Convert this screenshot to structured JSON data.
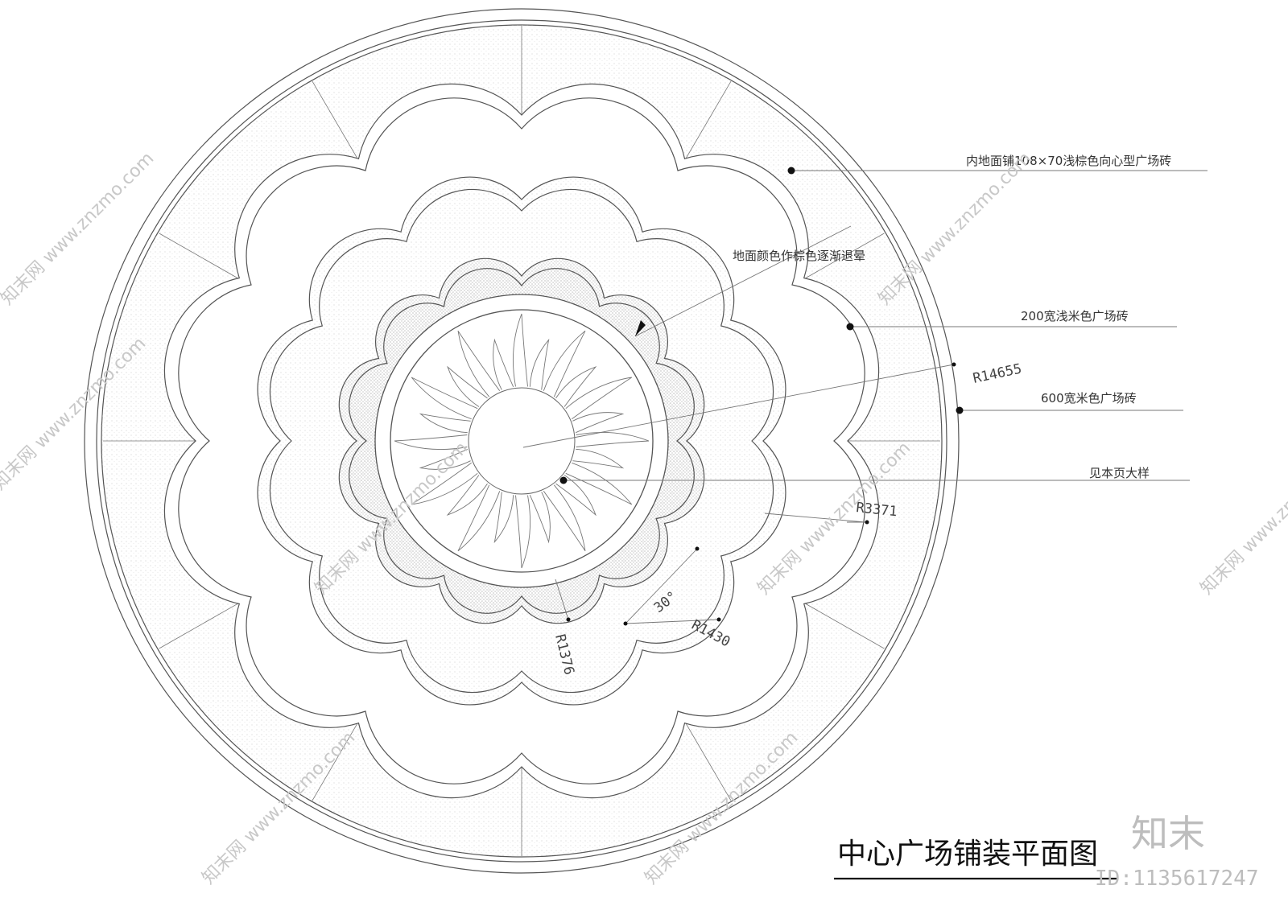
{
  "drawing": {
    "title": "中心广场铺装平面图",
    "annotations": {
      "inner_paving": "内地面铺108×70浅棕色向心型广场砖",
      "gradient": "地面颜色作棕色逐渐退晕",
      "tile_200": "200宽浅米色广场砖",
      "tile_600": "600宽米色广场砖",
      "detail_ref": "见本页大样"
    },
    "dimensions": {
      "outer_radius": "R14655",
      "petal_radius": "R3371",
      "inner_radius": "R1376",
      "small_radius": "R1430",
      "angle": "30°"
    }
  },
  "watermark": {
    "site": "知末网 www.znzmo.com",
    "brand": "知末",
    "id": "ID:1135617247"
  },
  "colors": {
    "line": "#555555",
    "hatch": "#9a9a9a",
    "title": "#111111",
    "watermark": "#c8c8c8"
  }
}
